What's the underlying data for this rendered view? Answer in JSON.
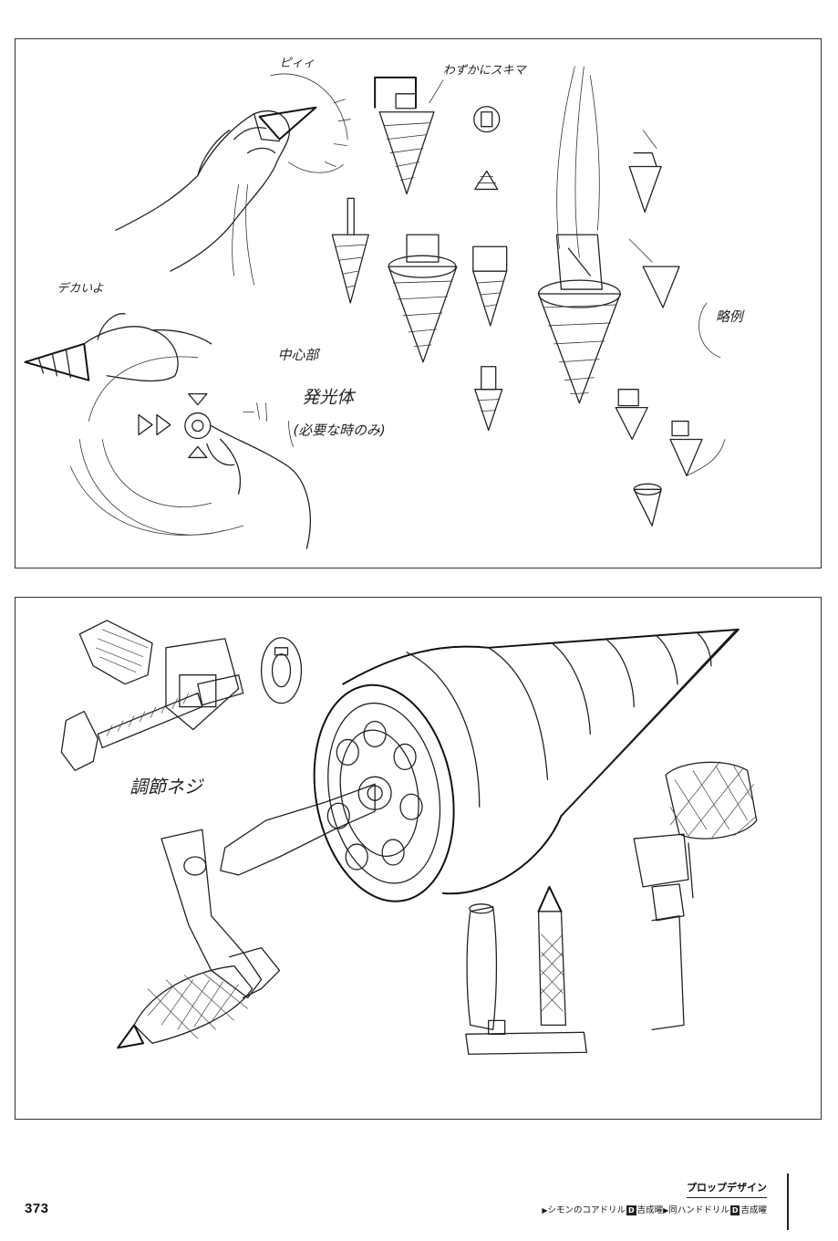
{
  "top_panel": {
    "annotations": {
      "gap_note": "わずかにスキマ",
      "sparkle_note": "デカいよ",
      "center_label": "中心部",
      "glow_label": "発光体",
      "glow_condition": "(必要な時のみ)",
      "omit_note": "略例",
      "sfx": "ピィィ"
    }
  },
  "bottom_panel": {
    "annotations": {
      "adjust_screw": "調節ネジ"
    }
  },
  "footer": {
    "page_number": "373",
    "section_title": "プロップデザイン",
    "captions": [
      {
        "label": "シモンのコアドリル",
        "designer": "吉成曜"
      },
      {
        "label": "同ハンドドリル",
        "designer": "吉成曜"
      }
    ],
    "designer_badge": "D"
  }
}
